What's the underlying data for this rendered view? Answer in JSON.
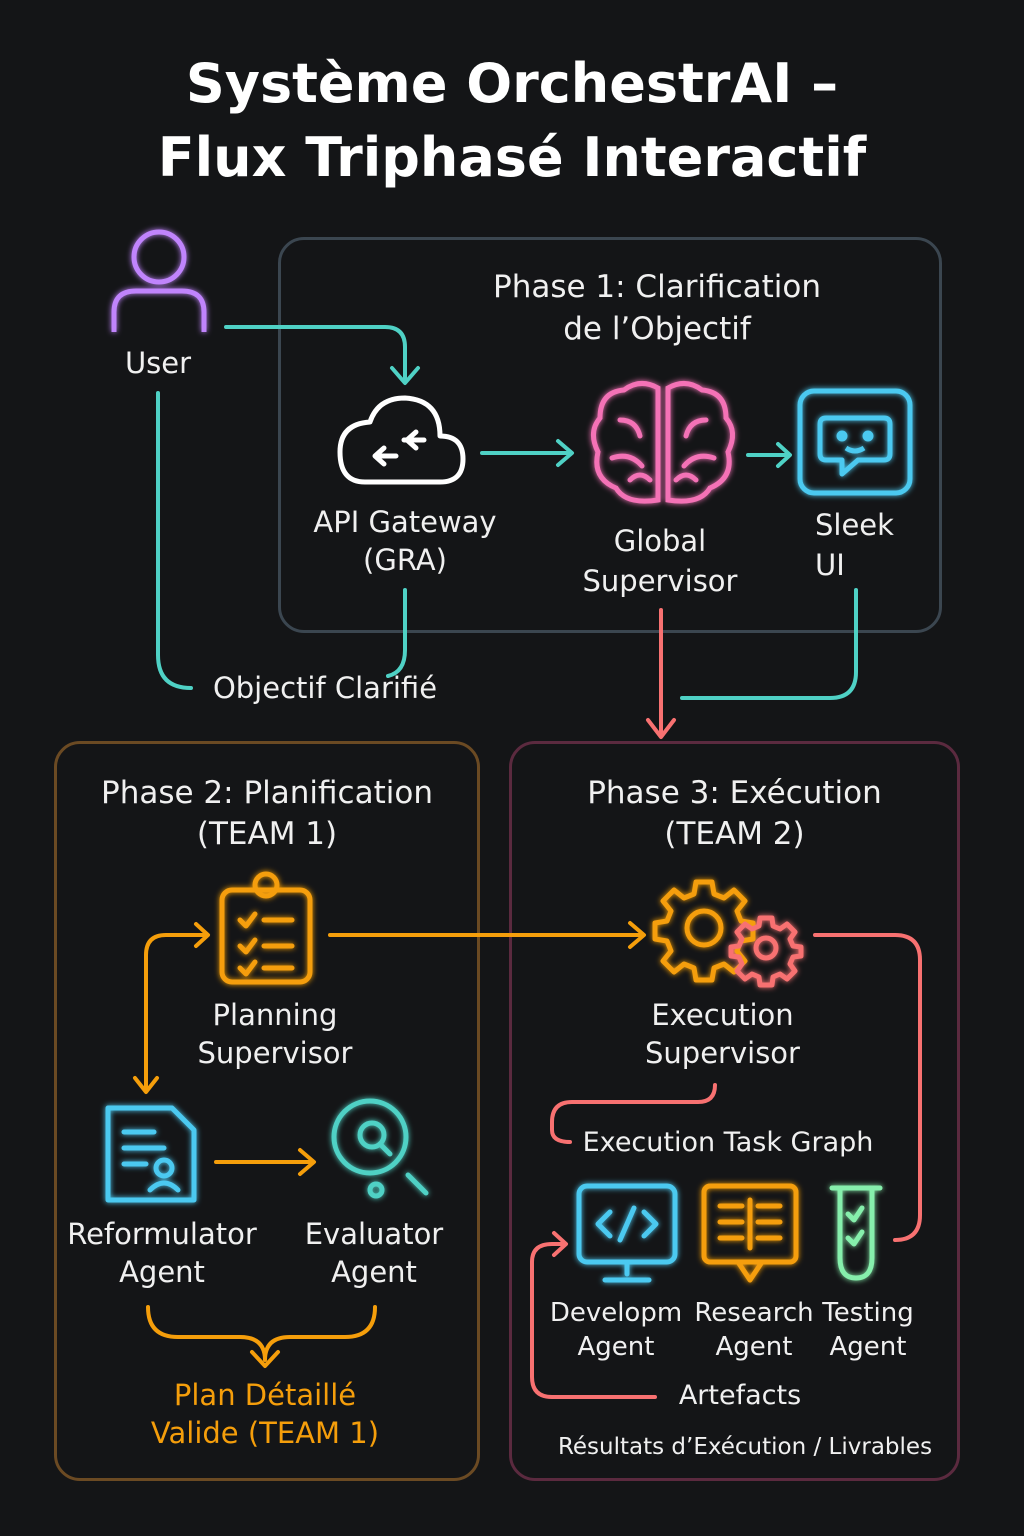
{
  "title": {
    "line1": "Système OrchestrAI –",
    "line2": "Flux Triphasé Interactif"
  },
  "user": {
    "label": "User"
  },
  "phase1": {
    "title_line1": "Phase 1: Clarification",
    "title_line2": "de l’Objectif",
    "api_gateway": {
      "line1": "API Gateway",
      "line2": "(GRA)"
    },
    "global_supervisor": {
      "line1": "Global",
      "line2": "Supervisor"
    },
    "sleek_ui": {
      "line1": "Sleek",
      "line2": "UI"
    }
  },
  "objectif_clarifie": "Objectif Clarifié",
  "phase2": {
    "title_line1": "Phase 2: Planification",
    "title_line2": "(TEAM 1)",
    "planning_supervisor": {
      "line1": "Planning",
      "line2": "Supervisor"
    },
    "reformulator_agent": {
      "line1": "Reformulator",
      "line2": "Agent"
    },
    "evaluator_agent": {
      "line1": "Evaluator",
      "line2": "Agent"
    },
    "plan": {
      "line1": "Plan Détaillé",
      "line2": "Valide (TEAM 1)"
    }
  },
  "phase3": {
    "title_line1": "Phase 3: Exécution",
    "title_line2": "(TEAM 2)",
    "execution_supervisor": {
      "line1": "Execution",
      "line2": "Supervisor"
    },
    "task_graph": "Execution Task Graph",
    "develop_agent": {
      "line1": "Developm",
      "line2": "Agent"
    },
    "research_agent": {
      "line1": "Research",
      "line2": "Agent"
    },
    "testing_agent": {
      "line1": "Testing",
      "line2": "Agent"
    },
    "artefacts": "Artefacts",
    "results": "Résultats d’Exécution / Livrables"
  },
  "colors": {
    "teal": "#4fd1c5",
    "cyan": "#4cc9f0",
    "pink": "#f472b6",
    "purple": "#c084fc",
    "orange": "#f59e0b",
    "red": "#f87171",
    "green": "#86efac",
    "panel1": "#3b4650",
    "panel2": "#6b4a23",
    "panel3": "#5b2a3f"
  }
}
